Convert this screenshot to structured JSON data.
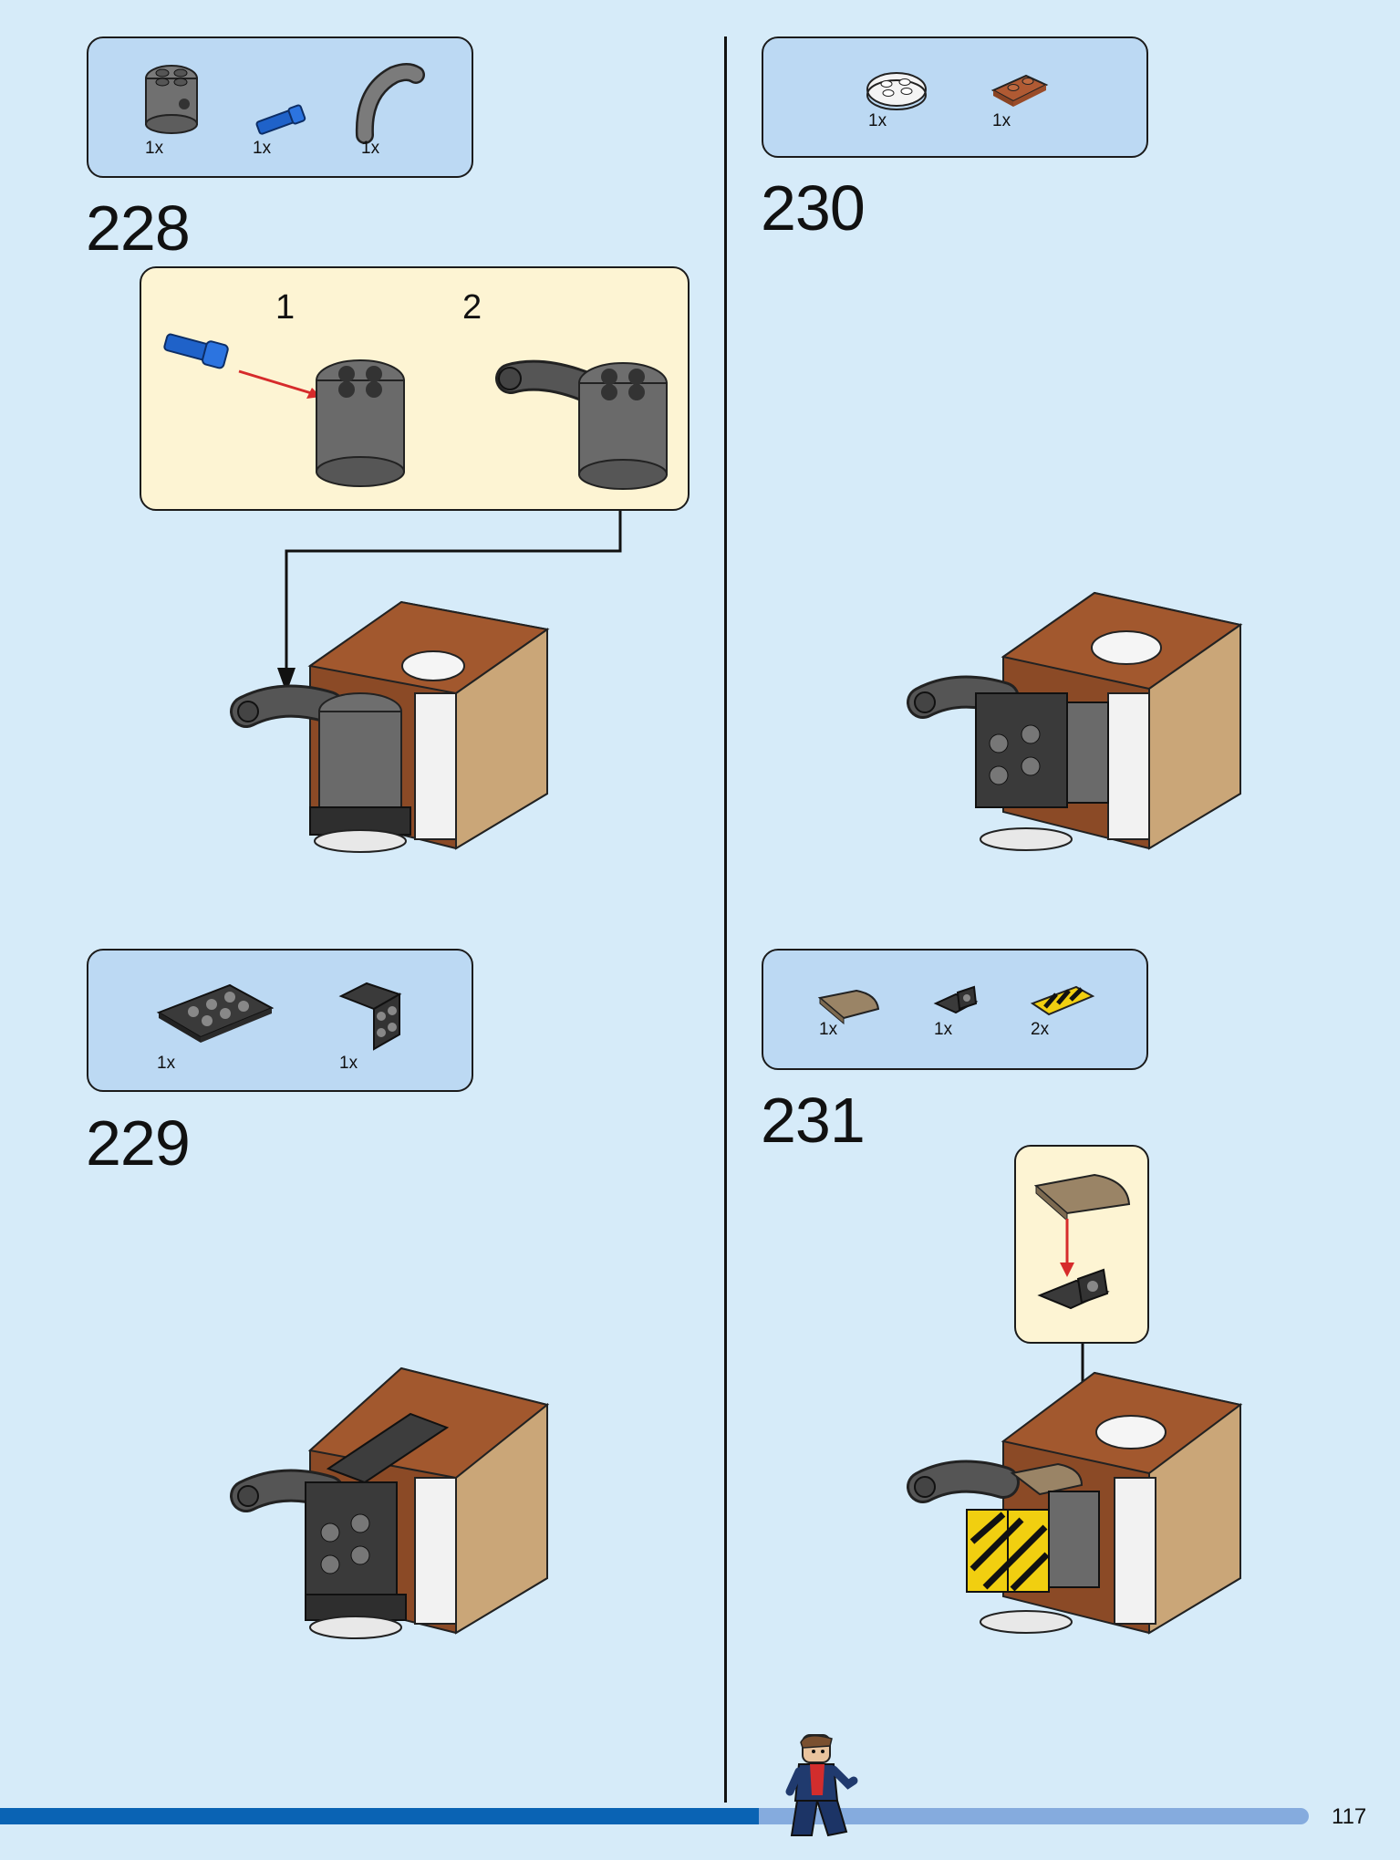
{
  "page": {
    "number": "117"
  },
  "steps": [
    {
      "number": "228",
      "parts": [
        {
          "qty": "1x",
          "icon": "round-brick-icon"
        },
        {
          "qty": "1x",
          "icon": "pin-icon"
        },
        {
          "qty": "1x",
          "icon": "curved-tube-icon"
        }
      ],
      "substeps": [
        "1",
        "2"
      ]
    },
    {
      "number": "229",
      "parts": [
        {
          "qty": "1x",
          "icon": "plate-2x4-icon"
        },
        {
          "qty": "1x",
          "icon": "bracket-icon"
        }
      ]
    },
    {
      "number": "230",
      "parts": [
        {
          "qty": "1x",
          "icon": "round-plate-white-icon"
        },
        {
          "qty": "1x",
          "icon": "plate-1x2-brown-icon"
        }
      ]
    },
    {
      "number": "231",
      "parts": [
        {
          "qty": "1x",
          "icon": "curved-slope-tan-icon"
        },
        {
          "qty": "1x",
          "icon": "bracket-small-icon"
        },
        {
          "qty": "2x",
          "icon": "striped-tile-icon"
        }
      ]
    }
  ],
  "progress": {
    "fraction": 0.58
  },
  "colors": {
    "background": "#d6ebf9",
    "parts_box": "#bcd9f3",
    "callout": "#fdf4d3",
    "progress_done": "#0a63b4",
    "progress_remaining": "#85abde",
    "arrow": "#d62b2b"
  }
}
